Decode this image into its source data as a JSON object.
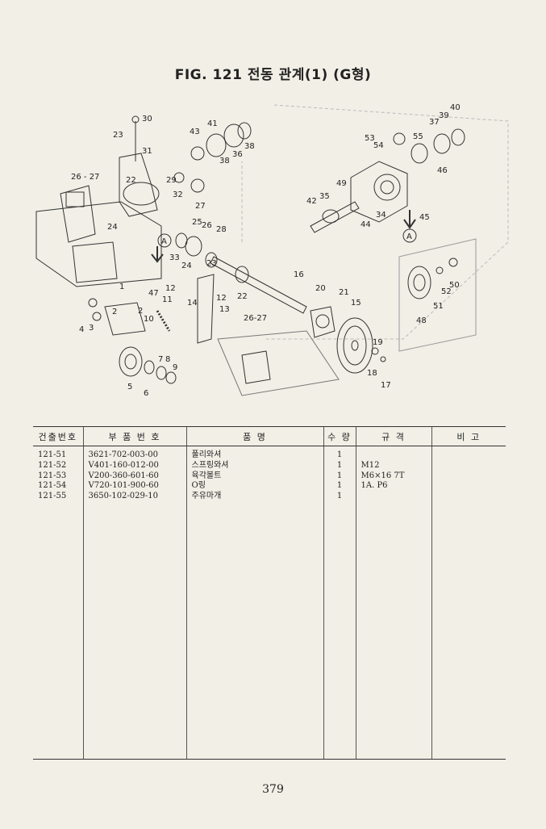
{
  "figure": {
    "title": "FIG. 121 전동 관계(1) (G형)"
  },
  "diagram_labels": [
    "30",
    "31",
    "23",
    "26 - 27",
    "43",
    "41",
    "39",
    "40",
    "37",
    "55",
    "53",
    "54",
    "46",
    "36",
    "38",
    "38",
    "29",
    "22",
    "32",
    "27",
    "49",
    "42",
    "35",
    "44",
    "34",
    "45",
    "A",
    "A",
    "24",
    "25",
    "26",
    "28",
    "33",
    "24",
    "23",
    "16",
    "22",
    "47",
    "12",
    "11",
    "14",
    "12",
    "13",
    "20",
    "21",
    "15",
    "1",
    "2",
    "3",
    "4",
    "2",
    "10",
    "26-27",
    "19",
    "48",
    "51",
    "50",
    "52",
    "7",
    "8",
    "9",
    "18",
    "17",
    "5",
    "6"
  ],
  "table": {
    "headers": [
      "건출번호",
      "부 품 번 호",
      "품 명",
      "수 량",
      "규 격",
      "비 고"
    ],
    "rows": [
      [
        "121-51",
        "3621-702-003-00",
        "풀리와셔",
        "1",
        "",
        ""
      ],
      [
        "121-52",
        "V401-160-012-00",
        "스프링와셔",
        "1",
        "M12",
        ""
      ],
      [
        "121-53",
        "V200-360-601-60",
        "육각볼트",
        "1",
        "M6×16 7T",
        ""
      ],
      [
        "121-54",
        "V720-101-900-60",
        "O링",
        "1",
        "1A. P6",
        ""
      ],
      [
        "121-55",
        "3650-102-029-10",
        "주유마개",
        "1",
        "",
        ""
      ]
    ]
  },
  "page_number": "379"
}
